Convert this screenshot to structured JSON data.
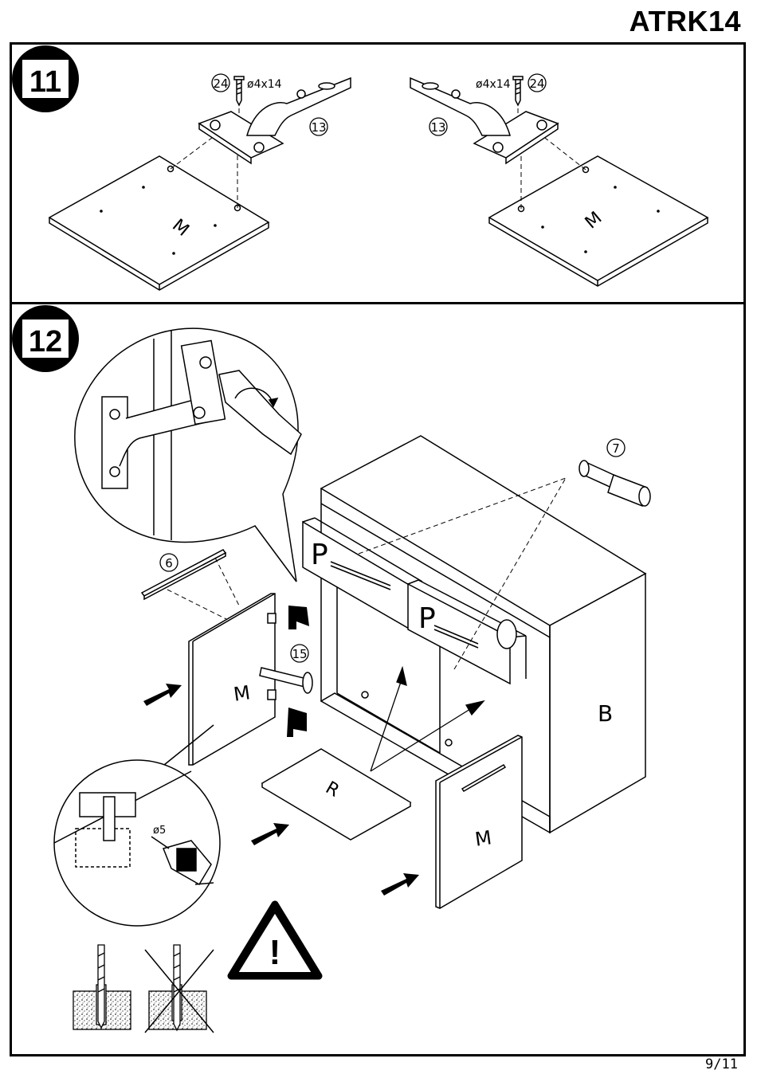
{
  "header": {
    "model_code": "ATRK14"
  },
  "footer": {
    "page": "9/11"
  },
  "step11": {
    "number": "11",
    "screw_part": "24",
    "screw_size": "ø4x14",
    "hinge_part": "13",
    "panel_label": "M"
  },
  "step12": {
    "number": "12",
    "handle_part": "6",
    "knob_part": "7",
    "bolt_part": "15",
    "door_label": "M",
    "drawer_label": "P",
    "shelf_label": "R",
    "body_label": "B",
    "drill_size": "ø5",
    "warning_symbol": "!"
  }
}
